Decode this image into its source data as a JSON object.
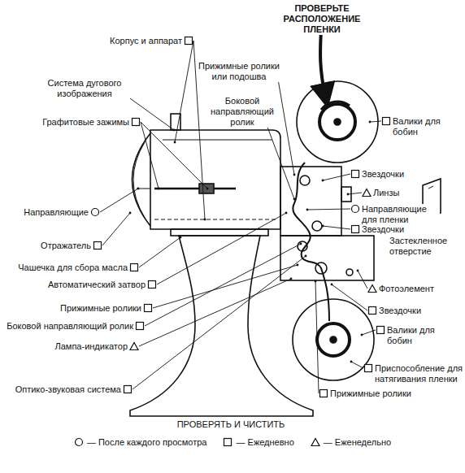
{
  "diagram": {
    "labels": [
      "ПРОВЕРЬТЕ РАСПОЛОЖЕНИЕ ПЛЕНКИ",
      "Корпус и аппарат",
      "Прижимные ролики или подошва",
      "Система дугового изображения",
      "Боковой направляющий ролик",
      "Валики для бобин",
      "Графитовые зажимы",
      "Звездочки",
      "Линзы",
      "Направляющие",
      "Направляющие для пленки",
      "Звездочки",
      "Застекленное отверстие",
      "Отражатель",
      "Чашечка для сбора масла",
      "Фотоэлемент",
      "Автоматический затвор",
      "Звездочки",
      "Прижимные ролики",
      "Боковой направляющий ролик",
      "Валики для бобин",
      "Лампа-индикатор",
      "Приспособление для натягивания пленки",
      "Оптико-звуковая система",
      "Прижимные ролики",
      "ПРОВЕРЯТЬ И ЧИСТИТЬ"
    ],
    "legend": [
      {
        "text": "— После каждого просмотра"
      },
      {
        "text": "— Ежедневно"
      },
      {
        "text": "— Еженедельно"
      }
    ]
  }
}
